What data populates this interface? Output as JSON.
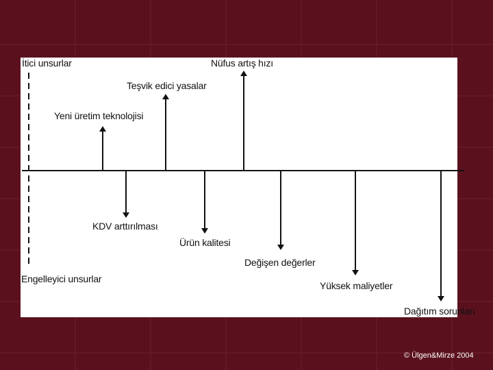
{
  "diagram": {
    "driving_label": "İtici unsurlar",
    "restraining_label": "Engelleyici unsurlar",
    "driving_forces": [
      "Yeni üretim teknolojisi",
      "Teşvik edici yasalar",
      "Nüfus artış hızı"
    ],
    "restraining_forces": [
      "KDV arttırılması",
      "Ürün kalitesi",
      "Değişen değerler",
      "Yüksek maliyetler",
      "Dağıtım sorunları"
    ]
  },
  "footer": {
    "copyright": "© Ülgen&Mirze 2004"
  },
  "colors": {
    "background": "#5a111d",
    "panel": "#ffffff",
    "ink": "#111111"
  }
}
